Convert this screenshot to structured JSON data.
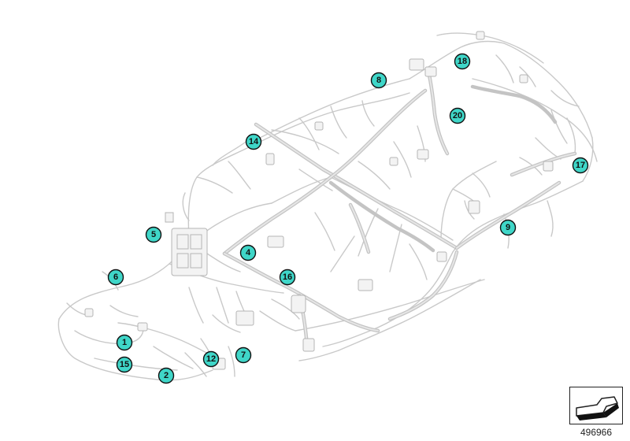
{
  "diagram": {
    "callouts": [
      {
        "id": "1",
        "label": "1"
      },
      {
        "id": "2",
        "label": "2"
      },
      {
        "id": "4",
        "label": "4"
      },
      {
        "id": "5",
        "label": "5"
      },
      {
        "id": "6",
        "label": "6"
      },
      {
        "id": "7",
        "label": "7"
      },
      {
        "id": "8",
        "label": "8"
      },
      {
        "id": "9",
        "label": "9"
      },
      {
        "id": "12",
        "label": "12"
      },
      {
        "id": "14",
        "label": "14"
      },
      {
        "id": "15",
        "label": "15"
      },
      {
        "id": "16",
        "label": "16"
      },
      {
        "id": "17",
        "label": "17"
      },
      {
        "id": "18",
        "label": "18"
      },
      {
        "id": "20",
        "label": "20"
      }
    ],
    "callout_color": "#3fd6c8",
    "wire_color": "#c9c9c9"
  },
  "reference": {
    "number": "496966",
    "icon": "wiring-symbol-icon"
  }
}
